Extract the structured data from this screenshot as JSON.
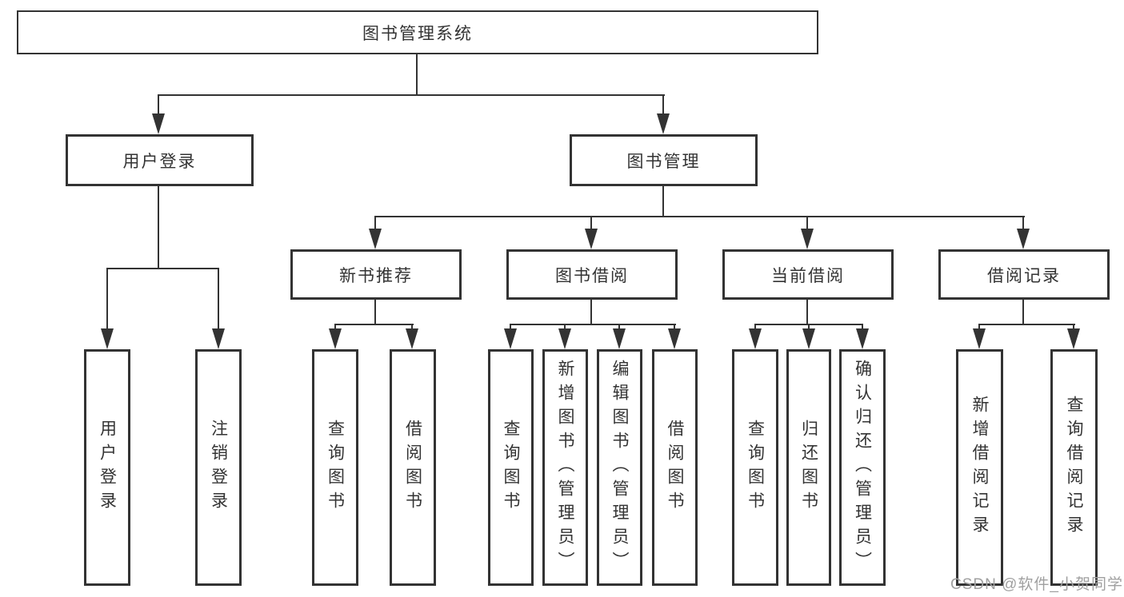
{
  "diagram_type": "hierarchy-tree",
  "nodes": {
    "root": "图书管理系统",
    "user_login": "用户登录",
    "book_mgmt": "图书管理",
    "new_book_rec": "新书推荐",
    "book_borrow": "图书借阅",
    "current_borrow": "当前借阅",
    "borrow_record": "借阅记录",
    "leaf_user_login": "用户登录",
    "leaf_logout": "注销登录",
    "leaf_query_book_1": "查询图书",
    "leaf_borrow_book_1": "借阅图书",
    "leaf_query_book_2": "查询图书",
    "leaf_add_book": "新增图书（管理员）",
    "leaf_edit_book": "编辑图书（管理员）",
    "leaf_borrow_book_2": "借阅图书",
    "leaf_query_book_3": "查询图书",
    "leaf_return_book": "归还图书",
    "leaf_confirm_return": "确认归还（管理员）",
    "leaf_add_record": "新增借阅记录",
    "leaf_query_record": "查询借阅记录"
  },
  "tree": {
    "root": "root",
    "edges": [
      [
        "root",
        "user_login"
      ],
      [
        "root",
        "book_mgmt"
      ],
      [
        "user_login",
        "leaf_user_login"
      ],
      [
        "user_login",
        "leaf_logout"
      ],
      [
        "book_mgmt",
        "new_book_rec"
      ],
      [
        "book_mgmt",
        "book_borrow"
      ],
      [
        "book_mgmt",
        "current_borrow"
      ],
      [
        "book_mgmt",
        "borrow_record"
      ],
      [
        "new_book_rec",
        "leaf_query_book_1"
      ],
      [
        "new_book_rec",
        "leaf_borrow_book_1"
      ],
      [
        "book_borrow",
        "leaf_query_book_2"
      ],
      [
        "book_borrow",
        "leaf_add_book"
      ],
      [
        "book_borrow",
        "leaf_edit_book"
      ],
      [
        "book_borrow",
        "leaf_borrow_book_2"
      ],
      [
        "current_borrow",
        "leaf_query_book_3"
      ],
      [
        "current_borrow",
        "leaf_return_book"
      ],
      [
        "current_borrow",
        "leaf_confirm_return"
      ],
      [
        "borrow_record",
        "leaf_add_record"
      ],
      [
        "borrow_record",
        "leaf_query_record"
      ]
    ]
  },
  "watermark": {
    "text": "CSDN @软件_小贺同学",
    "color": "#a0a0a0"
  },
  "colors": {
    "line": "#333333",
    "text": "#333333",
    "background": "#ffffff"
  }
}
